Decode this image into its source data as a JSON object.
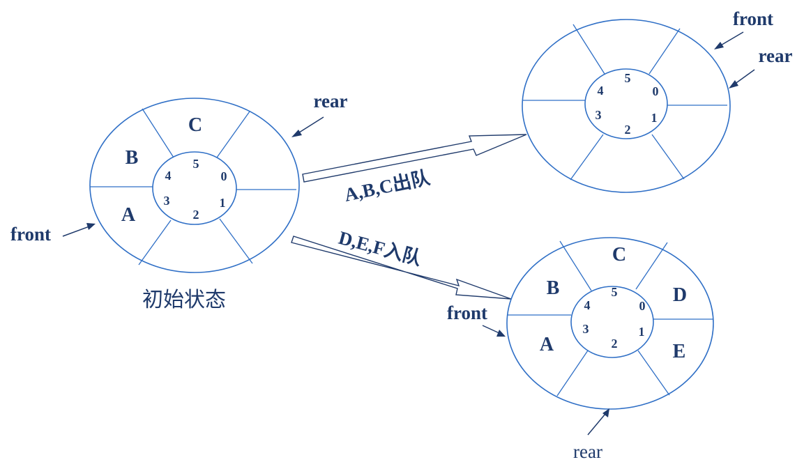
{
  "initial": {
    "caption": "初始状态",
    "front": "front",
    "rear": "rear",
    "slots": {
      "a": "A",
      "b": "B",
      "c": "C"
    },
    "indices": [
      "0",
      "1",
      "2",
      "3",
      "4",
      "5"
    ]
  },
  "after_dequeue": {
    "operation": "A,B,C出队",
    "front": "front",
    "rear": "rear",
    "indices": [
      "0",
      "1",
      "2",
      "3",
      "4",
      "5"
    ]
  },
  "after_enqueue": {
    "operation": "D,E,F入队",
    "front": "front",
    "rear": "rear",
    "slots": {
      "a": "A",
      "b": "B",
      "c": "C",
      "d": "D",
      "e": "E"
    },
    "indices": [
      "0",
      "1",
      "2",
      "3",
      "4",
      "5"
    ]
  }
}
